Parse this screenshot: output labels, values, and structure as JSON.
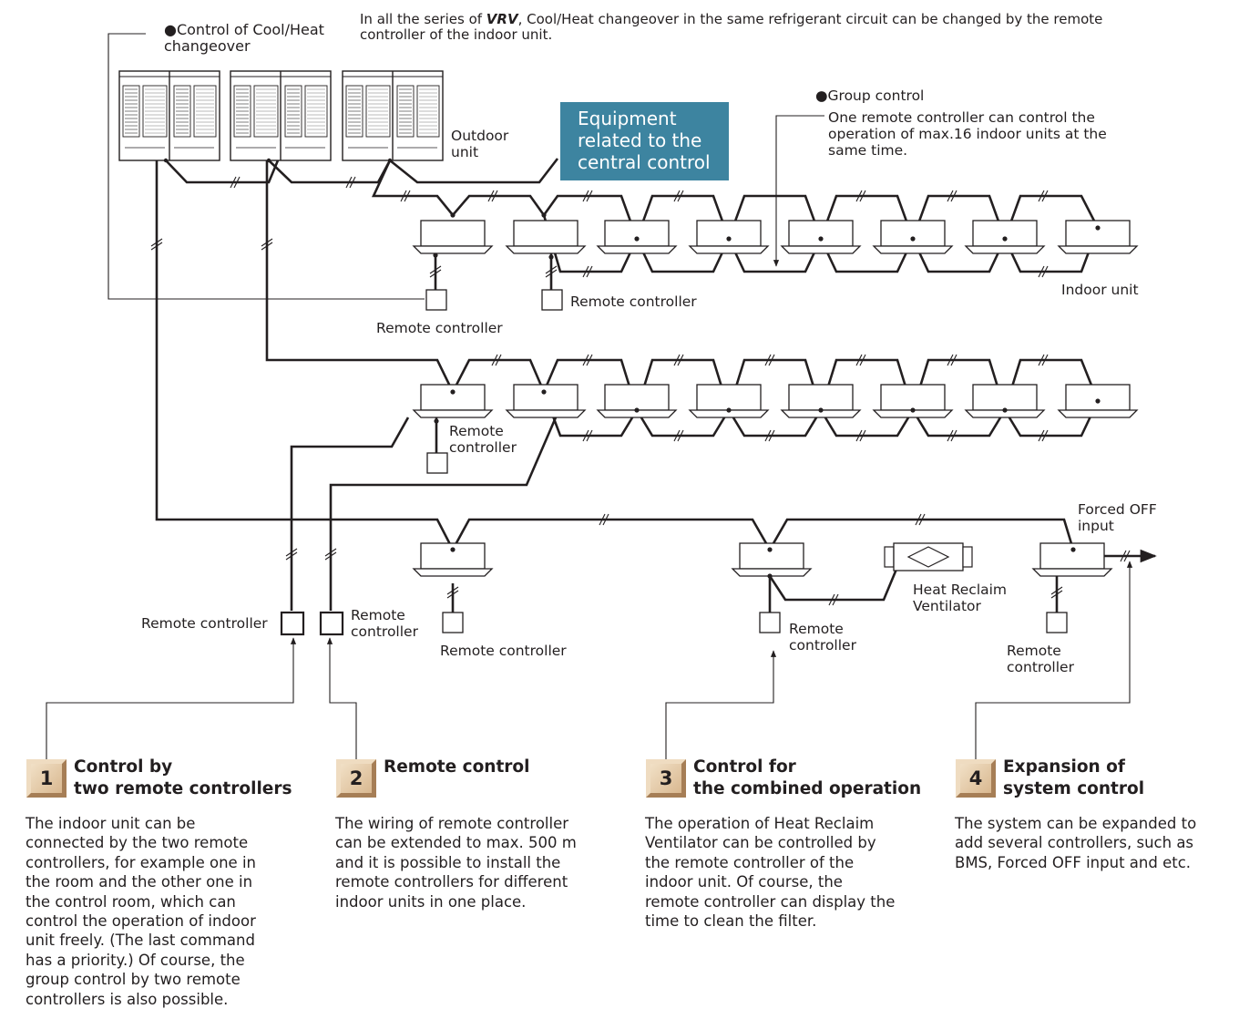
{
  "header": {
    "prefix": "In all the series of ",
    "brand": "VRV",
    "suffix": ", Cool/Heat changeover in the same refrigerant circuit can be changed by the remote controller of the indoor unit.",
    "line2": "controller of the indoor unit."
  },
  "labels": {
    "cool_heat": "●Control of Cool/Heat\nchangeover",
    "outdoor_unit": "Outdoor\nunit",
    "central_equipment": "Equipment\nrelated to the\ncentral control",
    "group_control_title": "●Group control",
    "group_control_desc": "One remote controller can control the\noperation of max.16 indoor units at the\nsame time.",
    "indoor_unit": "Indoor unit",
    "remote_controller_a": "Remote controller",
    "remote_controller_b": "Remote controller",
    "remote_controller_c": "Remote\ncontroller",
    "remote_controller_d": "Remote controller",
    "remote_controller_e": "Remote\ncontroller",
    "remote_controller_f": "Remote controller",
    "remote_controller_g": "Remote\ncontroller",
    "remote_controller_h": "Remote\ncontroller",
    "forced_off": "Forced OFF\ninput",
    "hrv": "Heat Reclaim\nVentilator"
  },
  "features": [
    {
      "number": "1",
      "title": "Control by\ntwo remote controllers",
      "desc": "The indoor unit can be\nconnected by the two remote\ncontrollers, for example one in\nthe room and the other one in\nthe control room, which can\ncontrol the operation of indoor\nunit freely. (The last command\nhas a priority.) Of course, the\ngroup control by two remote\ncontrollers is also possible."
    },
    {
      "number": "2",
      "title": "Remote control",
      "desc": "The wiring of remote controller\ncan be extended to max. 500 m\nand it is possible to install the\nremote controllers for different\nindoor units in one place."
    },
    {
      "number": "3",
      "title": "Control for\nthe combined operation",
      "desc": "The operation of Heat Reclaim\nVentilator can be controlled by\nthe remote controller of the\nindoor unit. Of course, the\nremote controller can display the\ntime to clean the filter."
    },
    {
      "number": "4",
      "title": "Expansion of\nsystem control",
      "desc": "The system can be expanded to\nadd several controllers, such as\nBMS, Forced OFF input and etc."
    }
  ],
  "colors": {
    "line": "#231f20",
    "central_box": "#3d84a0",
    "badge": "#d9b890"
  }
}
